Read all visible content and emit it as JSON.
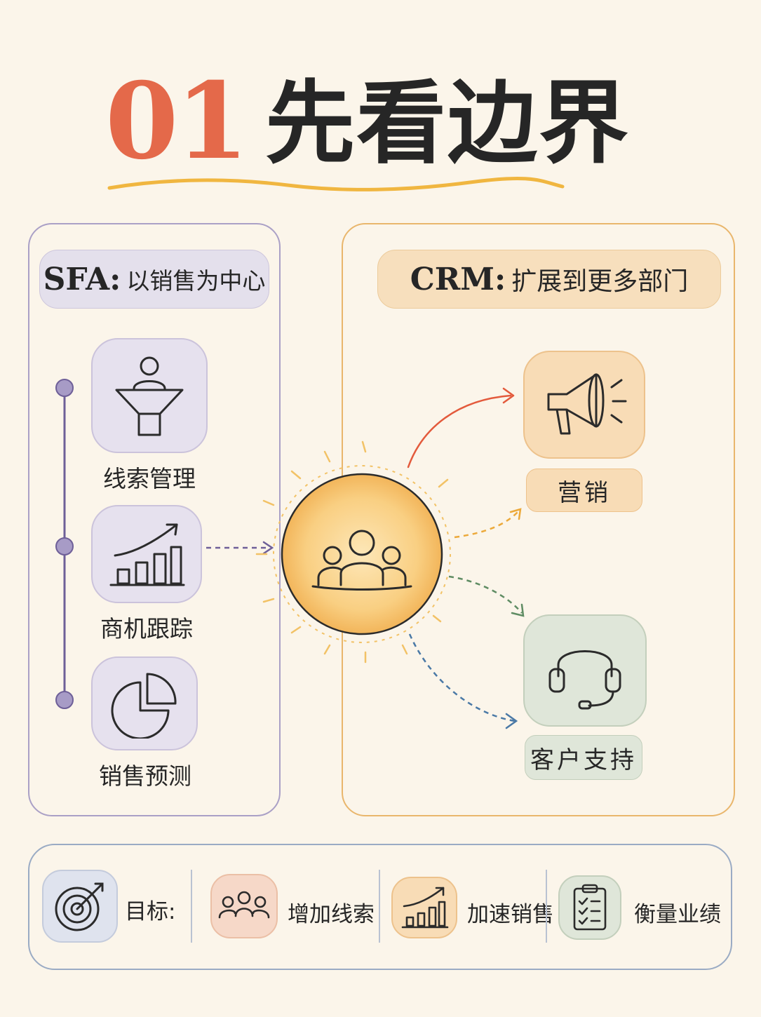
{
  "title": {
    "number": "01",
    "text": "先看边界"
  },
  "sfa": {
    "code": "SFA:",
    "desc": "以销售为中心",
    "items": [
      {
        "label": "线索管理",
        "icon": "funnel-person-icon"
      },
      {
        "label": "商机跟踪",
        "icon": "bar-chart-trend-icon"
      },
      {
        "label": "销售预测",
        "icon": "pie-chart-icon"
      }
    ]
  },
  "crm": {
    "code": "CRM:",
    "desc": "扩展到更多部门",
    "center_icon": "customer-group-icon",
    "items": [
      {
        "label": "营销",
        "icon": "megaphone-icon"
      },
      {
        "label": "客户支持",
        "icon": "headset-icon"
      }
    ]
  },
  "goals": {
    "label": "目标:",
    "label_icon": "target-icon",
    "items": [
      {
        "label": "增加线索",
        "icon": "people-group-icon"
      },
      {
        "label": "加速销售",
        "icon": "growth-chart-icon"
      },
      {
        "label": "衡量业绩",
        "icon": "clipboard-checklist-icon"
      }
    ]
  },
  "colors": {
    "background": "#fbf5ea",
    "accent_number": "#e4694a",
    "sfa_border": "#aaa0c6",
    "crm_border": "#e9b66c",
    "goal_border": "#9aabc4",
    "arrow_red": "#e35a3c",
    "arrow_orange": "#eca93a",
    "arrow_green": "#5f8c63",
    "arrow_blue": "#4a79a6",
    "arrow_purple": "#6e5f98"
  }
}
